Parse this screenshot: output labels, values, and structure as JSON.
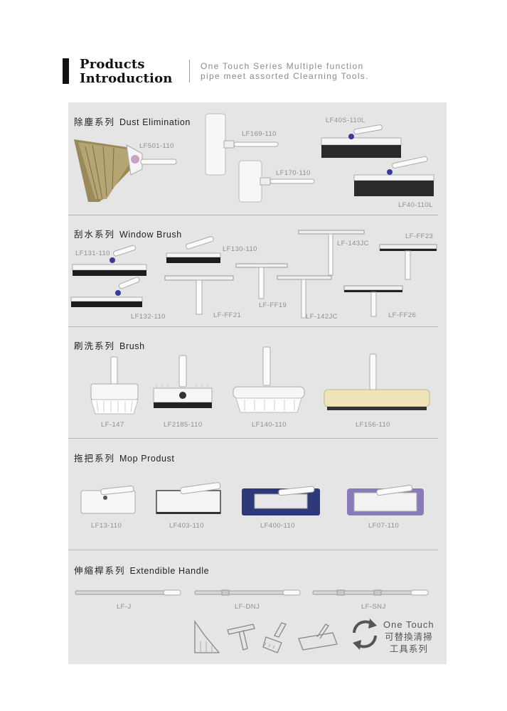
{
  "header": {
    "title_line1": "Products",
    "title_line2": "Introduction",
    "subtitle_line1": "One Touch Series Multiple function",
    "subtitle_line2": "pipe meet assorted Clearning Tools."
  },
  "sections": {
    "dust": {
      "zh": "除塵系列",
      "en": "Dust Elimination",
      "labels": {
        "lf501": "LF501-110",
        "lf169": "LF169-110",
        "lf170": "LF170-110",
        "lf40s": "LF40S-110L",
        "lf40": "LF40-110L"
      }
    },
    "window": {
      "zh": "刮水系列",
      "en": "Window Brush",
      "labels": {
        "lf131": "LF131-110",
        "lf132": "LF132-110",
        "lf130": "LF130-110",
        "ff21": "LF-FF21",
        "ff19": "LF-FF19",
        "lf143jc": "LF-143JC",
        "lf142jc": "LF-142JC",
        "ff23": "LF-FF23",
        "ff26": "LF-FF26"
      }
    },
    "brush": {
      "zh": "刷洗系列",
      "en": "Brush",
      "labels": {
        "lf147": "LF-147",
        "lf2185": "LF2185-110",
        "lf140": "LF140-110",
        "lf156": "LF156-110"
      }
    },
    "mop": {
      "zh": "拖把系列",
      "en": "Mop Produst",
      "labels": {
        "lf13": "LF13-110",
        "lf403": "LF403-110",
        "lf400": "LF400-110",
        "lf07": "LF07-110"
      }
    },
    "handle": {
      "zh": "伸縮桿系列",
      "en": "Extendible Handle",
      "labels": {
        "lfj": "LF-J",
        "lfdnj": "LF-DNJ",
        "lfsnj": "LF-SNJ"
      }
    }
  },
  "brand": {
    "en": "One Touch",
    "zh_line1": "可替換清掃",
    "zh_line2": "工具系列"
  },
  "colors": {
    "broom_straw": "#9a8a5a",
    "bristle_black": "#2a2a2a",
    "mop_blue": "#2e3a78",
    "mop_purple": "#8a7ab8",
    "sponge_yellow": "#efe3b8"
  }
}
